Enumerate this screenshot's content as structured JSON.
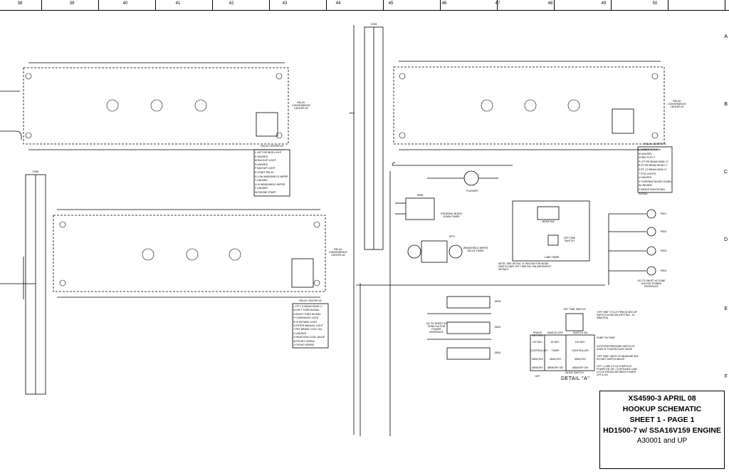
{
  "ruler": {
    "columns": [
      "38",
      "39",
      "40",
      "41",
      "42",
      "43",
      "44",
      "45",
      "46",
      "47",
      "48",
      "49",
      "50"
    ],
    "rows": [
      "A",
      "B",
      "C",
      "D",
      "E",
      "F"
    ]
  },
  "title_block": {
    "line1": "XS4590-3   APRIL 08",
    "line2": "HOOKUP SCHEMATIC",
    "line3": "SHEET 1  - PAGE 1",
    "line4": "HD1500-7 w/ SSA16V159 ENGINE",
    "line5": "A30001 and UP"
  },
  "relay_centers": {
    "rc3": {
      "label": "RELAY CONVENIENCE CENTER #3",
      "table_title": "RELAY CENTER #3",
      "rows": [
        "L  LEFT RETARD LIGHT",
        "R  UNUSED",
        "M  BACKUP LIGHT",
        "N  UNUSED",
        "P  BACKUP LIGHT",
        "R  START RELAY",
        "S  LOW WINDSHIELD WIPER",
        "T  UNUSED",
        "U  HI WINDSHIELD WIPER",
        "V  UNUSED",
        "W  ENGINE START"
      ]
    },
    "rc1": {
      "label": "RELAY CONVENIENCE CENTER #1",
      "table_title": "RELAY CENTER #1",
      "rows": [
        "L  AMBER FLR LT",
        "M  UNUSED",
        "N  RED FLR LT",
        "P  LFT RE BEAM HEAD LT",
        "R  RT RE BEAM HEAD LT",
        "S  RT LO BEAM HEAD LT",
        "T  FOG LIGHTS",
        "U  UNUSED",
        "V  STEERING BLEED DOWN",
        "W  UNUSED",
        "X  BRAKE SHUTDOWN SIGNAL"
      ]
    },
    "rc2": {
      "label": "RELAY CONVENIENCE CENTER #2",
      "table_title": "RELAY CENTER #2",
      "rows": [
        "L  LFT LO BEAM HEAD LT",
        "M  LEFT TURN SIGNAL",
        "N  RIGHT TURN SIGNAL",
        "P  CLEARANCE LIGHT",
        "R  HI RETARD LIGHT",
        "S  ENTER MANUAL LIGHT",
        "T  FRT BRAKE COOL VAL",
        "U  UNUSED",
        "V  REAR ENG COOL VALVE",
        "W  FRONT HORNS",
        "X  FRONT HORNS"
      ]
    }
  },
  "connectors": {
    "top": "CN53",
    "left": "CN50",
    "jumper": "JR09"
  },
  "components": {
    "flasher": "FLASHER",
    "timer": "STEERING BLEED DOWN TIMER",
    "timer_id": "SR08",
    "wiper_timer": "WINDSHIELD WIPER DELAY TIMER",
    "wiper_id": "SET1",
    "lube_timer": "LUBE TIMER",
    "mode_sw": "MODE SW",
    "off_time_sw": "OFF TIME SWITCH",
    "note": "NOTE: SEE DETAIL \"A\" BELOW FOR MODE SWITCH AND OFF TIME SW. ENLARGEMENT DETAILS",
    "press_switches": [
      "PS01",
      "PS02",
      "PS03",
      "PS04"
    ],
    "press_note": "GO TO SHEET #2 ZONE E/A FOR POWER INTERFACE",
    "blocks": [
      "GB09",
      "GB10",
      "GB02"
    ],
    "go_to": "GO TO SHEET #2 ZONE E/A FOR POWER INTERFACE"
  },
  "detail": {
    "caption": "DETAIL \"A\"",
    "switch_label": "MODE SWITCH",
    "off_time_label": "OFF TIME SWITCH",
    "col1": "PRESS SETTING",
    "col2": "SWITCH OFF",
    "col3": "SWITCH ON",
    "rows": [
      [
        "120 SEC.",
        "20 SEC.",
        "120 SEC."
      ],
      [
        "CONTROLLER",
        "TIMER",
        "CONTROLLER"
      ],
      [
        "MINUTES",
        "MINUTES",
        "MINUTES"
      ],
      [
        "MEMORY OFF",
        "MEMORY ON",
        "MEMORY ON"
      ]
    ],
    "notes": [
      "\"OFF TIME\" CYCLE PERIOD SEE DIP SWITCH #4 BELOW (SETTING - 15 MINUTES)",
      "PUMP \"ON TIME\"",
      "A SYSTEM PRESSURE SWITCH IS USED IN \"CONTROLLER\" MODE",
      "\"OFF TIME\" UNITS OF MEASURE SEE ROTARY SWITCH ABOVE",
      "OFF = LUBE CYCLE STARTS AT POWER ON ON = CONTINUES LUBE CYCLE PERIOD BETWEEN POWER OFF & ON"
    ]
  }
}
